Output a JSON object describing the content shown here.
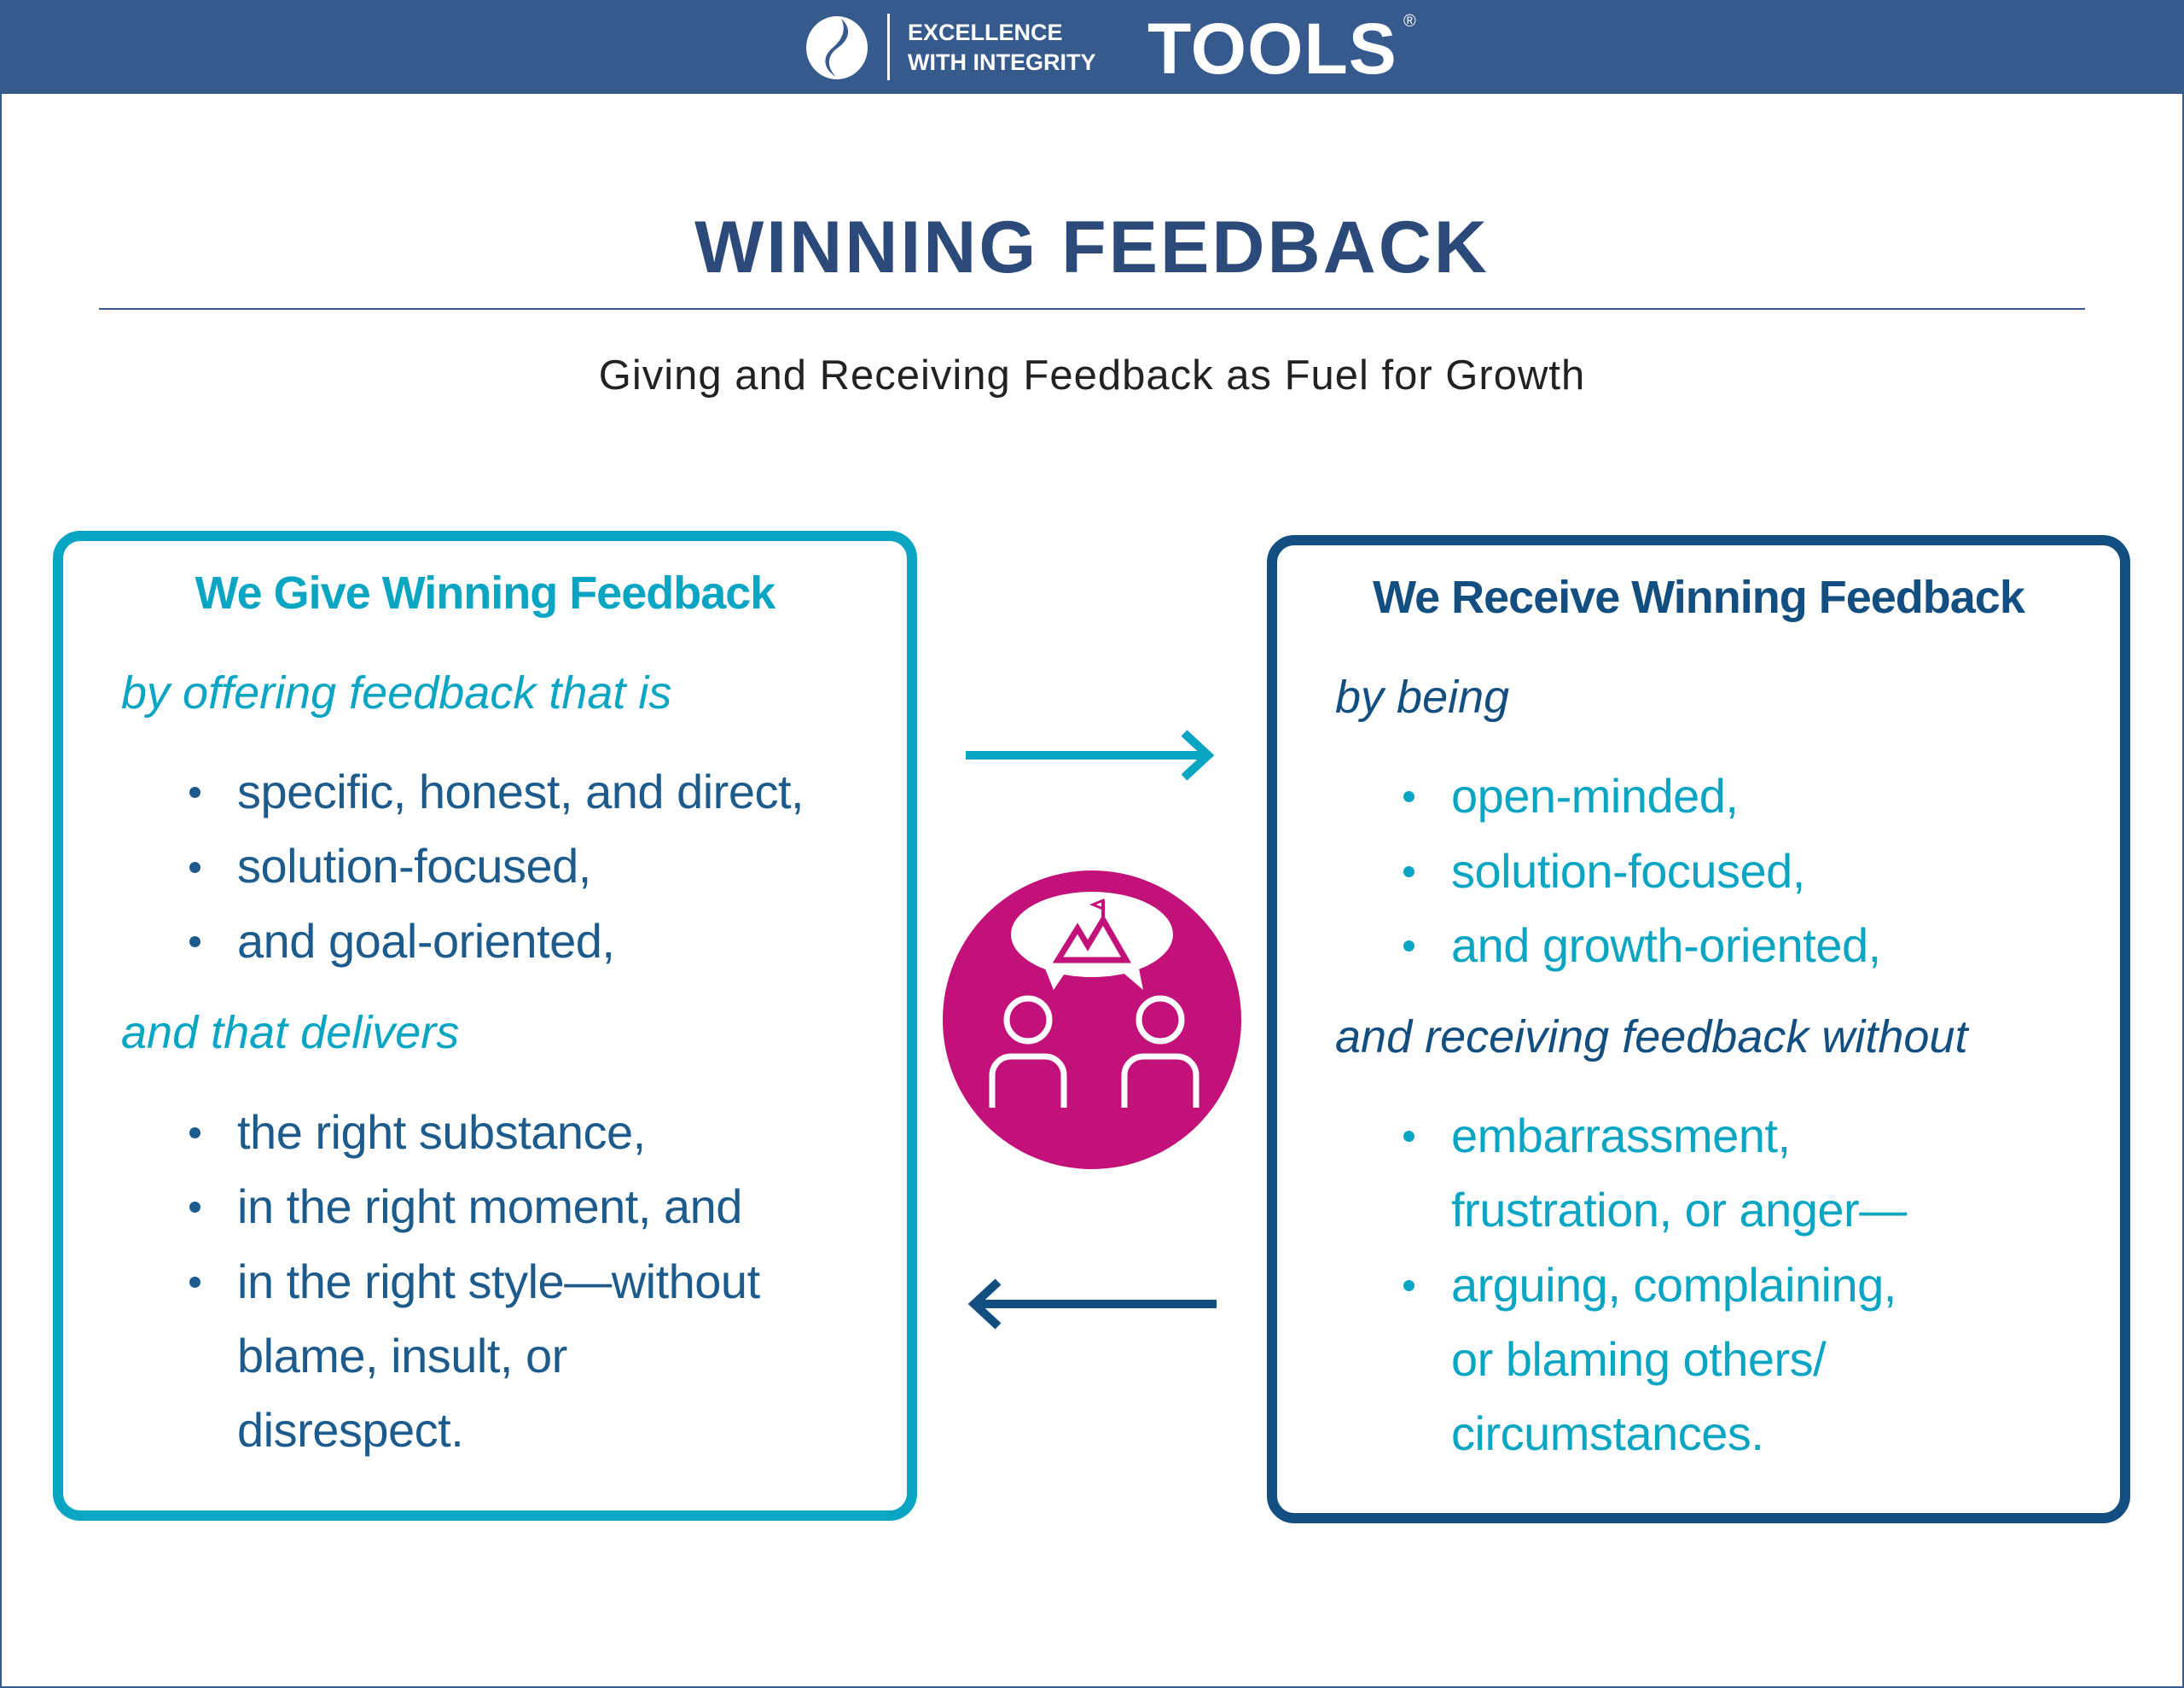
{
  "header": {
    "brand_line1": "EXCELLENCE",
    "brand_line2": "WITH INTEGRITY",
    "brand_product": "TOOLS",
    "registered_mark": "®",
    "color": "#365a8c"
  },
  "title": "WINNING FEEDBACK",
  "subtitle": "Giving and Receiving Feedback as Fuel for Growth",
  "give": {
    "heading": "We Give Winning Feedback",
    "intro": "by offering feedback that is",
    "qualities": [
      "specific, honest, and direct,",
      "solution-focused,",
      "and goal-oriented,"
    ],
    "intro2": "and that delivers",
    "delivers": [
      "the right substance,",
      "in the right moment, and",
      "in the right style—without",
      "blame, insult, or",
      "disrespect."
    ],
    "color": "#0aa5c2"
  },
  "receive": {
    "heading": "We Receive Winning Feedback",
    "intro": "by being",
    "qualities": [
      "open-minded,",
      "solution-focused,",
      "and growth-oriented,"
    ],
    "intro2": "and receiving feedback without",
    "without": [
      "embarrassment,",
      "frustration, or anger—",
      "arguing, complaining,",
      "or blaming others/",
      "circumstances."
    ],
    "color": "#124e80"
  },
  "icons": {
    "center": "people-conversation-mountain-icon",
    "accent": "#c2127a"
  }
}
